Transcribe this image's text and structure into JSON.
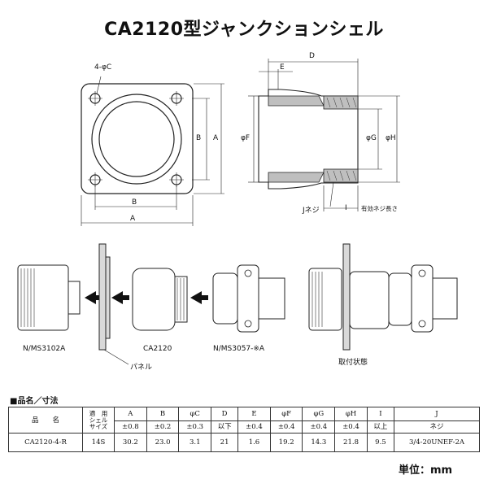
{
  "title": "CA2120型ジャンクションシェル",
  "labels": {
    "four_c": "4-φC",
    "B_side": "B",
    "A_side": "A",
    "B_bottom": "B",
    "A_bottom": "A",
    "D": "D",
    "E": "E",
    "F": "φF",
    "G": "φG",
    "H": "φH",
    "J_screw": "Jネジ",
    "I": "I",
    "effective_thread": "有効ネジ長さ",
    "ms3102": "N/MS3102A",
    "ca2120": "CA2120",
    "ms3057": "N/MS3057-※A",
    "panel": "パネル",
    "mounted": "取付状態"
  },
  "section_title": "■品名／寸法",
  "table": {
    "headers": [
      "品　　名",
      "適　用\nシェル\nサイズ",
      "A",
      "B",
      "φC",
      "D",
      "E",
      "φF",
      "φG",
      "φH",
      "I",
      "J"
    ],
    "tolerances": [
      "±0.8",
      "±0.2",
      "±0.3",
      "以下",
      "±0.4",
      "±0.4",
      "±0.4",
      "±0.4",
      "以上",
      "ネジ"
    ],
    "rows": [
      [
        "CA2120-4-R",
        "14S",
        "30.2",
        "23.0",
        "3.1",
        "21",
        "1.6",
        "19.2",
        "14.3",
        "21.8",
        "9.5",
        "3/4-20UNEF-2A"
      ]
    ]
  },
  "unit": "単位：mm"
}
